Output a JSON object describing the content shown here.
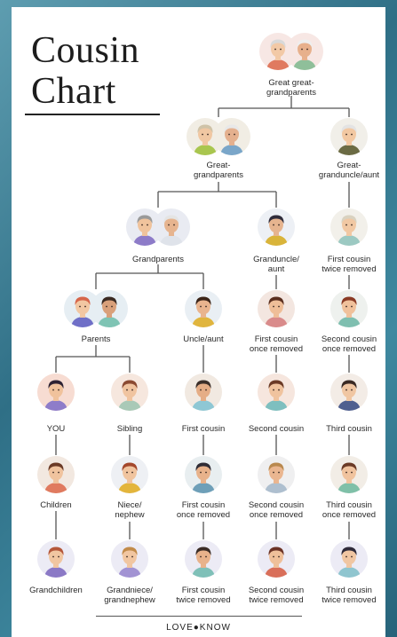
{
  "title_line1": "Cousin",
  "title_line2": "Chart",
  "brand": "LOVE●KNOW",
  "nodes": [
    {
      "id": "ggp",
      "label": "Great great-\ngrandparents",
      "bg": "#f7e7e4",
      "people": [
        {
          "hair": "#d9d9d9",
          "skin": "#f2c9a6",
          "shirt": "#e07a60"
        },
        {
          "hair": "#eeeeee",
          "skin": "#e7b08c",
          "shirt": "#8fbf9a"
        }
      ]
    },
    {
      "id": "gp2",
      "label": "Great-\ngrandparents",
      "bg": "#f1ede4",
      "people": [
        {
          "hair": "#cfc3a8",
          "skin": "#f0c7a2",
          "shirt": "#a9c64f"
        },
        {
          "hair": "#e8e8e8",
          "skin": "#e4b08e",
          "shirt": "#7aa6c9"
        }
      ]
    },
    {
      "id": "ggu",
      "label": "Great-\ngranduncle/aunt",
      "bg": "#f1efe9",
      "people": [
        {
          "hair": "#e3e3e3",
          "skin": "#f2c8a2",
          "shirt": "#6b6b44"
        }
      ]
    },
    {
      "id": "gp",
      "label": "Grandparents",
      "bg": "#e9ebf2",
      "people": [
        {
          "hair": "#9a9a9a",
          "skin": "#f0c39c",
          "shirt": "#8d7bc8"
        },
        {
          "hair": "#e4e4e4",
          "skin": "#e6b48f",
          "shirt": "#dfe3ea"
        }
      ]
    },
    {
      "id": "gu",
      "label": "Granduncle/\naunt",
      "bg": "#edf0f5",
      "people": [
        {
          "hair": "#2f2c3b",
          "skin": "#e6b48f",
          "shirt": "#d9b43a"
        }
      ]
    },
    {
      "id": "fc2r",
      "label": "First cousin\ntwice removed",
      "bg": "#f2f0ea",
      "people": [
        {
          "hair": "#d9d2c0",
          "skin": "#f1c8a3",
          "shirt": "#9cc9c2"
        }
      ]
    },
    {
      "id": "par",
      "label": "Parents",
      "bg": "#e6eef3",
      "people": [
        {
          "hair": "#d6664a",
          "skin": "#f2c7a2",
          "shirt": "#6f6fc7"
        },
        {
          "hair": "#3a2a22",
          "skin": "#d9a07a",
          "shirt": "#7fc4b4"
        }
      ]
    },
    {
      "id": "ua",
      "label": "Uncle/aunt",
      "bg": "#e9eff4",
      "people": [
        {
          "hair": "#3a2418",
          "skin": "#e9b48e",
          "shirt": "#e0b53e"
        }
      ]
    },
    {
      "id": "fc1r",
      "label": "First cousin\nonce removed",
      "bg": "#f3e6e0",
      "people": [
        {
          "hair": "#5a2e1e",
          "skin": "#efbe98",
          "shirt": "#d98b8b"
        }
      ]
    },
    {
      "id": "sc1r",
      "label": "Second cousin\nonce removed",
      "bg": "#eef1ee",
      "people": [
        {
          "hair": "#8a3b25",
          "skin": "#f0c19b",
          "shirt": "#7fbfb0"
        }
      ]
    },
    {
      "id": "you",
      "label": "YOU",
      "bg": "#f7dcd2",
      "people": [
        {
          "hair": "#2e2233",
          "skin": "#f0c29c",
          "shirt": "#8e7cc9"
        }
      ]
    },
    {
      "id": "sib",
      "label": "Sibling",
      "bg": "#f6e7de",
      "people": [
        {
          "hair": "#8b4a32",
          "skin": "#f0c4a0",
          "shirt": "#a9c9b7"
        }
      ]
    },
    {
      "id": "fc",
      "label": "First cousin",
      "bg": "#f1e9e1",
      "people": [
        {
          "hair": "#3b2f2a",
          "skin": "#e5ad86",
          "shirt": "#8ec7d4"
        }
      ]
    },
    {
      "id": "sc",
      "label": "Second cousin",
      "bg": "#f6e6de",
      "people": [
        {
          "hair": "#6b3a26",
          "skin": "#f0c39e",
          "shirt": "#7ebfbf"
        }
      ]
    },
    {
      "id": "tc",
      "label": "Third cousin",
      "bg": "#f3ece6",
      "people": [
        {
          "hair": "#3a2a24",
          "skin": "#f0c6a2",
          "shirt": "#4f5f8f"
        }
      ]
    },
    {
      "id": "ch",
      "label": "Children",
      "bg": "#f2e8e0",
      "people": [
        {
          "hair": "#6b3a26",
          "skin": "#f0c39e",
          "shirt": "#e07a5f"
        }
      ]
    },
    {
      "id": "nn",
      "label": "Niece/\nnephew",
      "bg": "#eef0f4",
      "people": [
        {
          "hair": "#a4482c",
          "skin": "#f0c49f",
          "shirt": "#e3b53c"
        }
      ]
    },
    {
      "id": "fc1r2",
      "label": "First cousin\nonce removed",
      "bg": "#e8eef0",
      "people": [
        {
          "hair": "#2f2c35",
          "skin": "#e8b28b",
          "shirt": "#6e9fb8"
        }
      ]
    },
    {
      "id": "sc1r2",
      "label": "Second cousin\nonce removed",
      "bg": "#efeff0",
      "people": [
        {
          "hair": "#b9894f",
          "skin": "#eab690",
          "shirt": "#aebfcf"
        }
      ]
    },
    {
      "id": "tc1r",
      "label": "Third cousin\nonce removed",
      "bg": "#f2ede6",
      "people": [
        {
          "hair": "#6b3a26",
          "skin": "#f0c39e",
          "shirt": "#7fc0a8"
        }
      ]
    },
    {
      "id": "gc",
      "label": "Grandchildren",
      "bg": "#ecebf5",
      "people": [
        {
          "hair": "#b4573a",
          "skin": "#f1c6a1",
          "shirt": "#8b79c6"
        }
      ]
    },
    {
      "id": "gn",
      "label": "Grandniece/\ngrandnephew",
      "bg": "#ecebf5",
      "people": [
        {
          "hair": "#c28b4a",
          "skin": "#f1c6a1",
          "shirt": "#a293d3"
        }
      ]
    },
    {
      "id": "fc2r2",
      "label": "First cousin\ntwice removed",
      "bg": "#ecebf5",
      "people": [
        {
          "hair": "#3a2c26",
          "skin": "#e8b28b",
          "shirt": "#7fc0b8"
        }
      ]
    },
    {
      "id": "sc2r",
      "label": "Second cousin\ntwice removed",
      "bg": "#ecebf5",
      "people": [
        {
          "hair": "#6b3326",
          "skin": "#efc09a",
          "shirt": "#d96f5a"
        }
      ]
    },
    {
      "id": "tc2r",
      "label": "Third cousin\ntwice removed",
      "bg": "#ecebf5",
      "people": [
        {
          "hair": "#2f2b3a",
          "skin": "#f0c6a2",
          "shirt": "#8fc5cf"
        }
      ]
    }
  ]
}
